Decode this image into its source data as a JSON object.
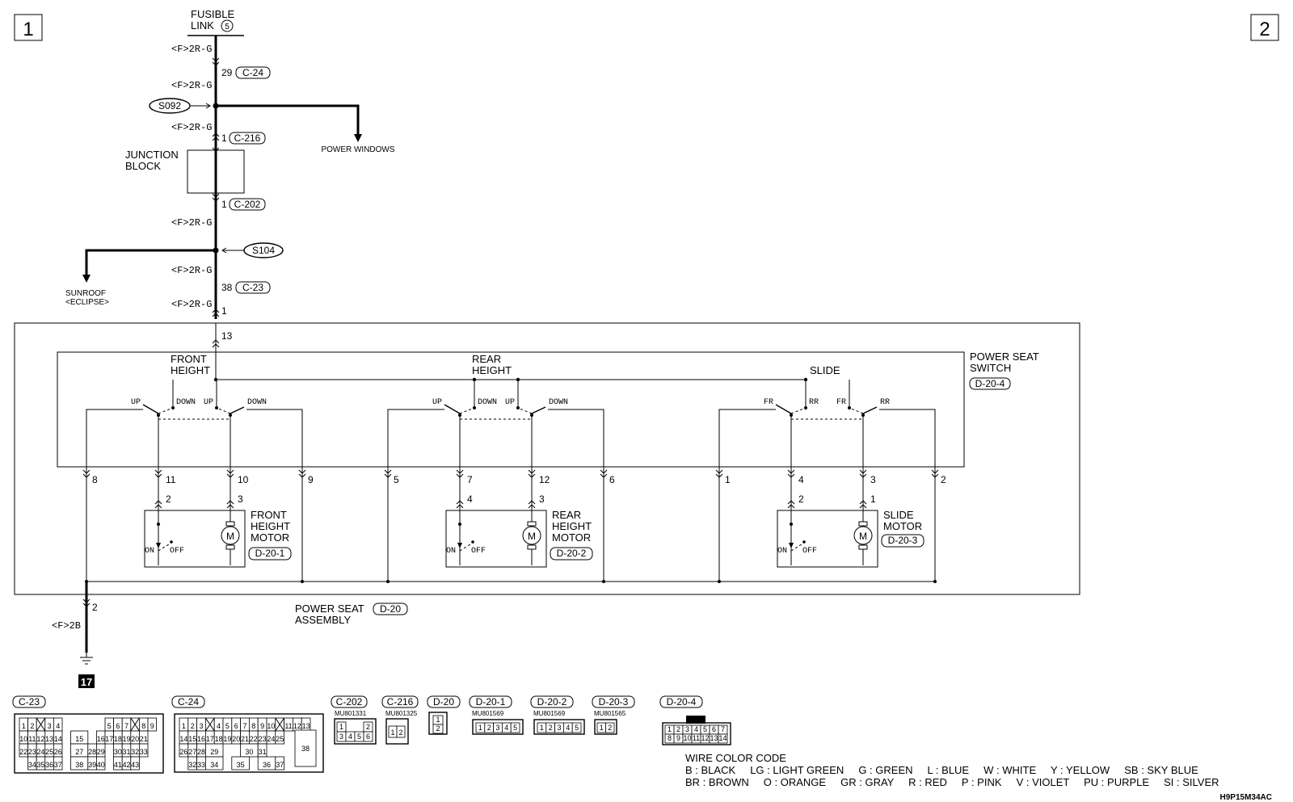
{
  "corner_labels": {
    "left": "1",
    "right": "2"
  },
  "fusible_link": {
    "line1": "FUSIBLE",
    "line2": "LINK",
    "number": "5"
  },
  "wires": {
    "w1": "<F>2R-G",
    "w2": "<F>2R-G",
    "w3": "<F>2R-G",
    "w4": "<F>2R-G",
    "w5": "<F>2R-G",
    "w6": "<F>2R-G",
    "ground": "<F>2B"
  },
  "pins": {
    "c24": "29",
    "c216": "1",
    "c202": "1",
    "c23": "38",
    "c23_out": "1",
    "d20_in": "13",
    "d20_gnd": "2"
  },
  "connectors": {
    "c24": "C-24",
    "c216": "C-216",
    "c202": "C-202",
    "c23": "C-23",
    "d20_4": "D-20-4",
    "d20_1": "D-20-1",
    "d20_2": "D-20-2",
    "d20_3": "D-20-3",
    "d20": "D-20"
  },
  "splices": {
    "s092": "S092",
    "s104": "S104"
  },
  "labels": {
    "power_windows": "POWER WINDOWS",
    "junction_line1": "JUNCTION",
    "junction_line2": "BLOCK",
    "sunroof_line1": "SUNROOF",
    "sunroof_line2": "<ECLIPSE>",
    "power_seat_switch_1": "POWER SEAT",
    "power_seat_switch_2": "SWITCH",
    "assembly_1": "POWER SEAT",
    "assembly_2": "ASSEMBLY",
    "ground_no": "17",
    "drawing_code": "H9P15M34AC"
  },
  "switch_sections": [
    {
      "title1": "FRONT",
      "title2": "HEIGHT",
      "pos_a": "UP",
      "pos_b": "DOWN",
      "pos_c": "UP",
      "pos_d": "DOWN",
      "pins": [
        "8",
        "11",
        "10",
        "9"
      ],
      "motor_pins": [
        "2",
        "3"
      ],
      "motor1": "FRONT",
      "motor2": "HEIGHT",
      "motor3": "MOTOR",
      "on": "ON",
      "off": "OFF",
      "m": "M"
    },
    {
      "title1": "REAR",
      "title2": "HEIGHT",
      "pos_a": "UP",
      "pos_b": "DOWN",
      "pos_c": "UP",
      "pos_d": "DOWN",
      "pins": [
        "5",
        "7",
        "12",
        "6"
      ],
      "motor_pins": [
        "4",
        "3"
      ],
      "motor1": "REAR",
      "motor2": "HEIGHT",
      "motor3": "MOTOR",
      "on": "ON",
      "off": "OFF",
      "m": "M"
    },
    {
      "title1": "SLIDE",
      "title2": "",
      "pos_a": "FR",
      "pos_b": "RR",
      "pos_c": "FR",
      "pos_d": "RR",
      "pins": [
        "1",
        "4",
        "3",
        "2"
      ],
      "motor_pins": [
        "2",
        "1"
      ],
      "motor1": "SLIDE",
      "motor2": "MOTOR",
      "motor3": "",
      "on": "ON",
      "off": "OFF",
      "m": "M"
    }
  ],
  "connector_views": {
    "c23": {
      "label": "C-23"
    },
    "c24": {
      "label": "C-24"
    },
    "c202": {
      "label": "C-202",
      "part": "MU801331"
    },
    "c216": {
      "label": "C-216",
      "part": "MU801325"
    },
    "d20": {
      "label": "D-20"
    },
    "d20_1": {
      "label": "D-20-1",
      "part": "MU801569"
    },
    "d20_2": {
      "label": "D-20-2",
      "part": "MU801569"
    },
    "d20_3": {
      "label": "D-20-3",
      "part": "MU801565"
    },
    "d20_4": {
      "label": "D-20-4"
    }
  },
  "wire_color_code": {
    "title": "WIRE COLOR CODE",
    "row1": "B : BLACK     LG : LIGHT GREEN     G : GREEN     L : BLUE     W : WHITE     Y : YELLOW     SB : SKY BLUE",
    "row2": "BR : BROWN     O : ORANGE     GR : GRAY     R : RED     P : PINK     V : VIOLET     PU : PURPLE     SI : SILVER"
  },
  "colors": {
    "ink": "#000000",
    "paper": "#ffffff"
  }
}
